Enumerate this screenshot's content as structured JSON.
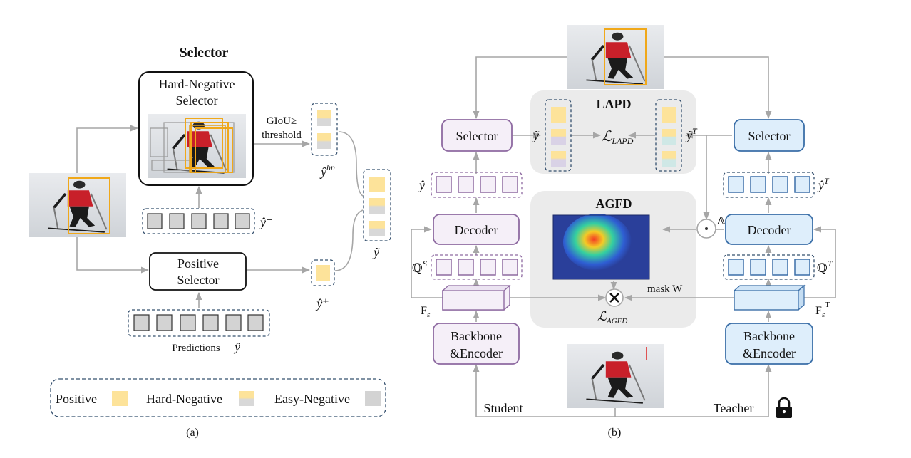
{
  "panel_a": {
    "title": "Selector",
    "hard_negative_selector": [
      "Hard-Negative",
      "Selector"
    ],
    "giou_condition": [
      "GIoU≥",
      "threshold"
    ],
    "positive_selector": [
      "Positive",
      "Selector"
    ],
    "predictions_label": "Predictions",
    "y_hat": "ŷ",
    "y_hat_minus": "ŷ⁻",
    "y_hat_hn": "ŷ",
    "y_hat_hn_sup": "hn",
    "y_hat_plus": "ŷ⁺",
    "y_tilde": "ỹ",
    "legend": {
      "positive": "Positive",
      "hard_negative": "Hard-Negative",
      "easy_negative": "Easy-Negative"
    },
    "caption": "(a)"
  },
  "panel_b": {
    "lapd_title": "LAPD",
    "agfd_title": "AGFD",
    "selector_label": "Selector",
    "decoder_label": "Decoder",
    "backbone_label": [
      "Backbone",
      "&Encoder"
    ],
    "student_label": "Student",
    "teacher_label": "Teacher",
    "l_lapd": "ℒ",
    "l_lapd_sub": "LAPD",
    "l_agfd": "ℒ",
    "l_agfd_sub": "AGFD",
    "mask_w": "mask W",
    "a_symbol": "𝔸",
    "y_hat": "ŷ",
    "y_hat_t": "ŷ",
    "y_tilde": "ỹ",
    "y_tilde_t": "ỹ",
    "sup_t": "T",
    "q_s": "ℚ",
    "q_s_sup": "S",
    "q_t": "ℚ",
    "q_t_sup": "T",
    "f_student": "F",
    "f_sub": "ε",
    "f_teacher": "F",
    "f_teacher_sup": "T",
    "caption": "(b)"
  },
  "colors": {
    "positive": "#fde39a",
    "hard_negative_top": "#fde39a",
    "hard_negative_bottom": "#d8d8d8",
    "easy_negative": "#d3d3d3",
    "student_fill": "#f5eff8",
    "student_stroke": "#8e6aa1",
    "teacher_fill": "#deeefb",
    "teacher_stroke": "#3b6fa8",
    "dash_stroke": "#35506e",
    "region_fill": "#ebebeb",
    "arrow": "#a6a6a6"
  }
}
